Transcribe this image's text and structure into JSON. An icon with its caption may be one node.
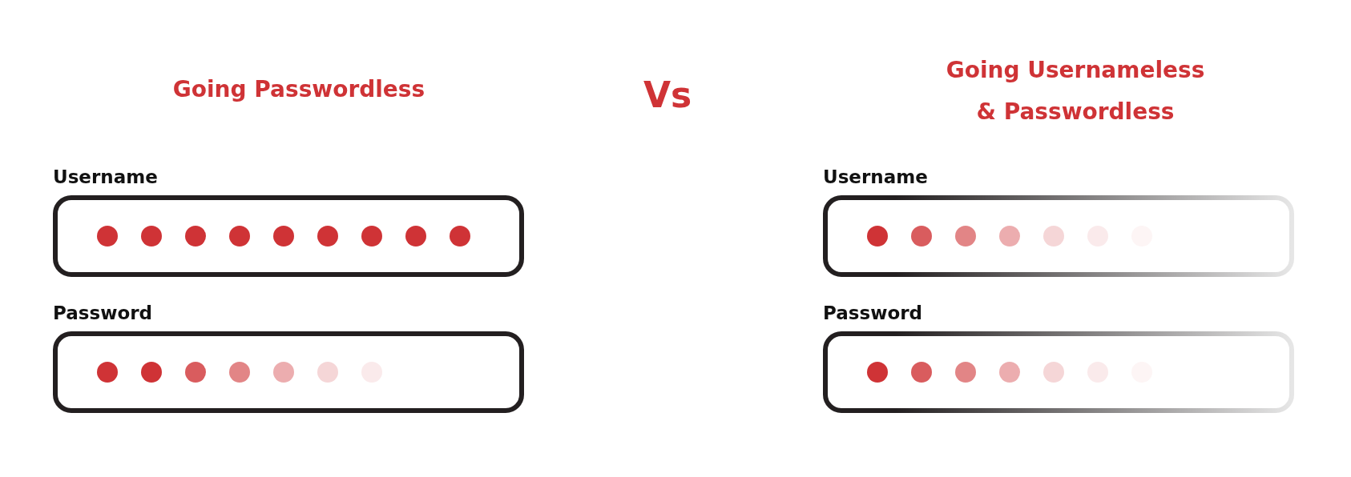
{
  "diagram": {
    "nodes": [
      {
        "text": [
          "Username"
        ]
      },
      {
        "text": [
          "Password"
        ]
      },
      {
        "text": [
          "Username"
        ]
      },
      {
        "text": [
          "Password"
        ]
      }
    ],
    "labels": [
      "Going Passwordless",
      "Vs",
      "Going Usernameless & Passwordless"
    ]
  }
}
